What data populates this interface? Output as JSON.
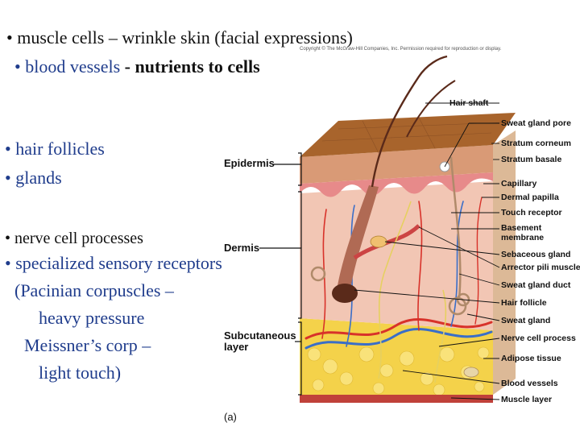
{
  "bullets": {
    "b1": "• muscle cells – wrinkle skin (facial expressions)",
    "b2_blue": "• blood vessels",
    "b2_black": " - nutrients to cells",
    "b3": "• hair follicles",
    "b4": "• glands",
    "b5": "• nerve cell processes",
    "b6": "• specialized sensory receptors",
    "b7": "(Pacinian corpuscles –",
    "b8": "heavy pressure",
    "b9": "Meissner’s corp –",
    "b10": "light touch)"
  },
  "diagram": {
    "copyright": "Copyright © The McGraw-Hill Companies, Inc. Permission required for reproduction or display.",
    "left_labels": {
      "epidermis": "Epidermis",
      "dermis": "Dermis",
      "subcutaneous_1": "Subcutaneous",
      "subcutaneous_2": "layer"
    },
    "right_labels": {
      "hair_shaft": "Hair shaft",
      "sweat_gland_pore": "Sweat gland pore",
      "stratum_corneum": "Stratum corneum",
      "stratum_basale": "Stratum basale",
      "capillary": "Capillary",
      "dermal_papilla": "Dermal papilla",
      "touch_receptor": "Touch receptor",
      "basement_1": "Basement",
      "basement_2": "membrane",
      "sebaceous_gland": "Sebaceous gland",
      "arrector_pili": "Arrector pili muscle",
      "sweat_gland_duct": "Sweat gland duct",
      "hair_follicle": "Hair follicle",
      "sweat_gland": "Sweat gland",
      "nerve_cell_process": "Nerve cell process",
      "adipose_tissue": "Adipose tissue",
      "blood_vessels": "Blood vessels",
      "muscle_layer": "Muscle layer"
    },
    "panel_label": "(a)",
    "colors": {
      "epidermis_top": "#a8642c",
      "dermis": "#f2c6b4",
      "fat": "#f4d24a",
      "hair": "#5a2a1a",
      "artery": "#d8322a",
      "vein": "#3a6ec8"
    }
  }
}
